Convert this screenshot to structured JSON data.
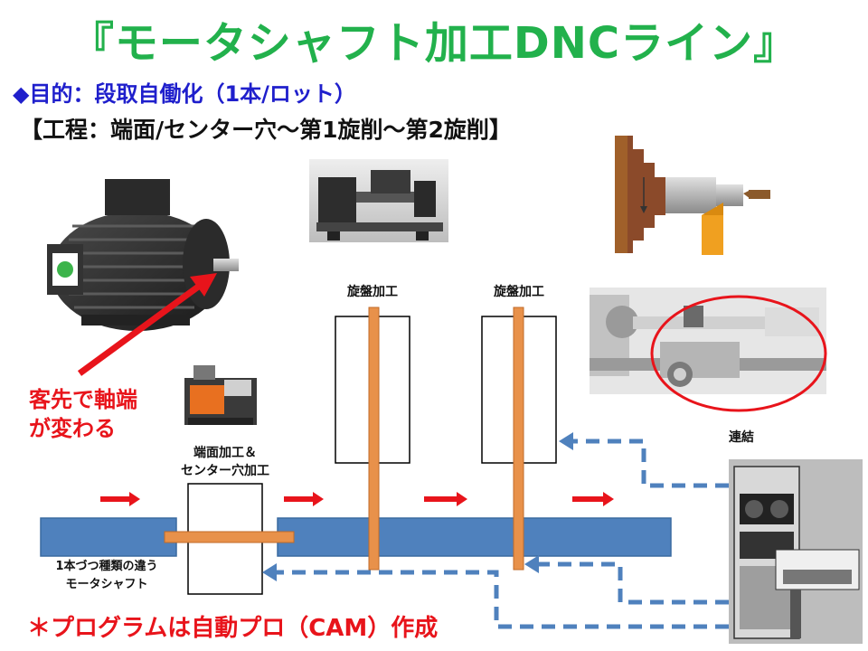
{
  "title": "『モータシャフト加工DNCライン』",
  "purpose": "◆目的：段取自働化（1本/ロット）",
  "process": "【工程：端面/センター穴～第1旋削～第2旋削】",
  "motor_note": {
    "line1": "客先で軸端",
    "line2": "が変わる"
  },
  "station_end_face": {
    "line1": "端面加工＆",
    "line2": "センター穴加工"
  },
  "station_lathe1": "旋盤加工",
  "station_lathe2": "旋盤加工",
  "link_label": "連結",
  "input_note": {
    "line1": "1本づつ種類の違う",
    "line2": "モータシャフト"
  },
  "footer": "＊プログラムは自動プロ（CAM）作成",
  "colors": {
    "title": "#22b14c",
    "purpose": "#1f1fcc",
    "conveyor": "#4f81bd",
    "shaft": "#e8914a",
    "arrow_red": "#e8141b",
    "dash_blue": "#4f81bd"
  },
  "icons": [
    "motor-photo",
    "lathe-photo",
    "cutting-diagram",
    "lathe-closeup-photo",
    "end-face-machine-photo",
    "computer-photo"
  ]
}
